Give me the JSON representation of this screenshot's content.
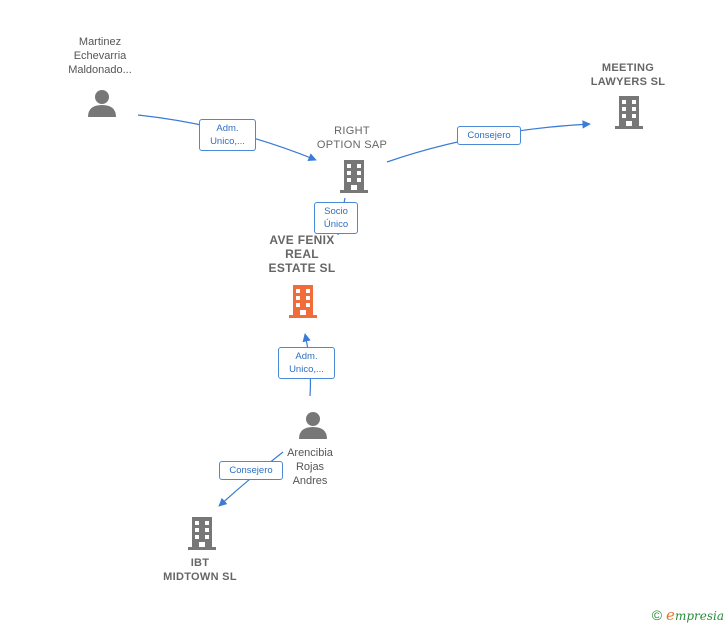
{
  "nodes": {
    "martinez": {
      "label": "Martinez\nEchevarria\nMaldonado...",
      "kind": "person"
    },
    "right_option": {
      "label": "RIGHT\nOPTION SAP",
      "kind": "company"
    },
    "meeting_lawyers": {
      "label": "MEETING\nLAWYERS  SL",
      "kind": "company"
    },
    "ave_fenix": {
      "label": "AVE FENIX\nREAL\nESTATE  SL",
      "kind": "company-focus"
    },
    "arencibia": {
      "label": "Arencibia\nRojas\nAndres",
      "kind": "person"
    },
    "ibt_midtown": {
      "label": "IBT\nMIDTOWN  SL",
      "kind": "company"
    }
  },
  "edges": {
    "martinez_right": {
      "label": "Adm.\nUnico,..."
    },
    "right_meeting": {
      "label": "Consejero"
    },
    "right_ave": {
      "label": "Socio\nÚnico"
    },
    "arencibia_ave": {
      "label": "Adm.\nUnico,..."
    },
    "arencibia_ibt": {
      "label": "Consejero"
    }
  },
  "footer": {
    "copyright": "©",
    "brand_e": "e",
    "brand_rest": "mpresia"
  },
  "colors": {
    "edge": "#3a7bd5",
    "company_icon": "#777777",
    "focus_icon": "#f26b3a",
    "person_icon": "#777777"
  }
}
